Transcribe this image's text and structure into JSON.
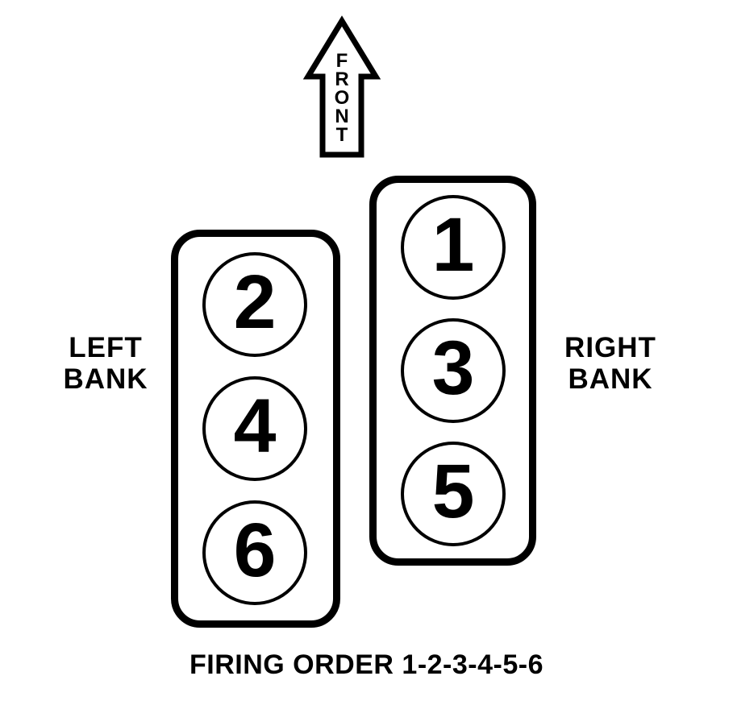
{
  "diagram": {
    "front_label": "FRONT",
    "left_bank": {
      "label_line1": "LEFT",
      "label_line2": "BANK",
      "cylinders": [
        "2",
        "4",
        "6"
      ]
    },
    "right_bank": {
      "label_line1": "RIGHT",
      "label_line2": "BANK",
      "cylinders": [
        "1",
        "3",
        "5"
      ]
    },
    "caption": "FIRING ORDER 1-2-3-4-5-6",
    "colors": {
      "line": "#000000",
      "background": "#ffffff"
    }
  }
}
